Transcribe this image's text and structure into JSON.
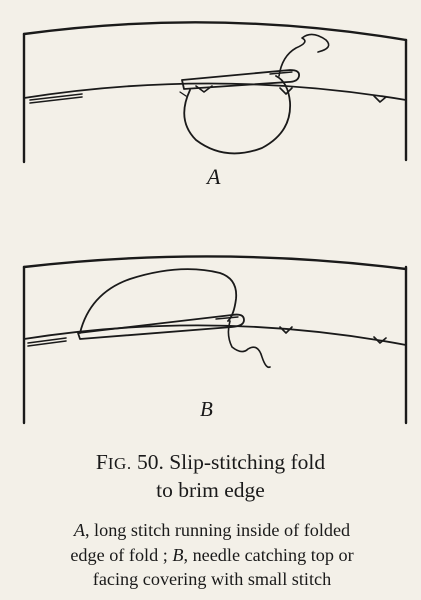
{
  "figure": {
    "panel_a_label": "A",
    "panel_b_label": "B",
    "fig_prefix_F": "F",
    "fig_prefix_rest": "IG.",
    "fig_number": "50.",
    "title_line1": "Slip-stitching fold",
    "title_line2": "to brim edge",
    "caption": {
      "a_key": "A",
      "a_text": ", long stitch running inside of folded",
      "a_text2": "edge of fold ;",
      "b_key": "B",
      "b_text": ", needle catching top or",
      "b_text2": "facing covering with small stitch"
    }
  },
  "colors": {
    "ink": "#1a1a1a",
    "paper": "#f3f0e8"
  }
}
